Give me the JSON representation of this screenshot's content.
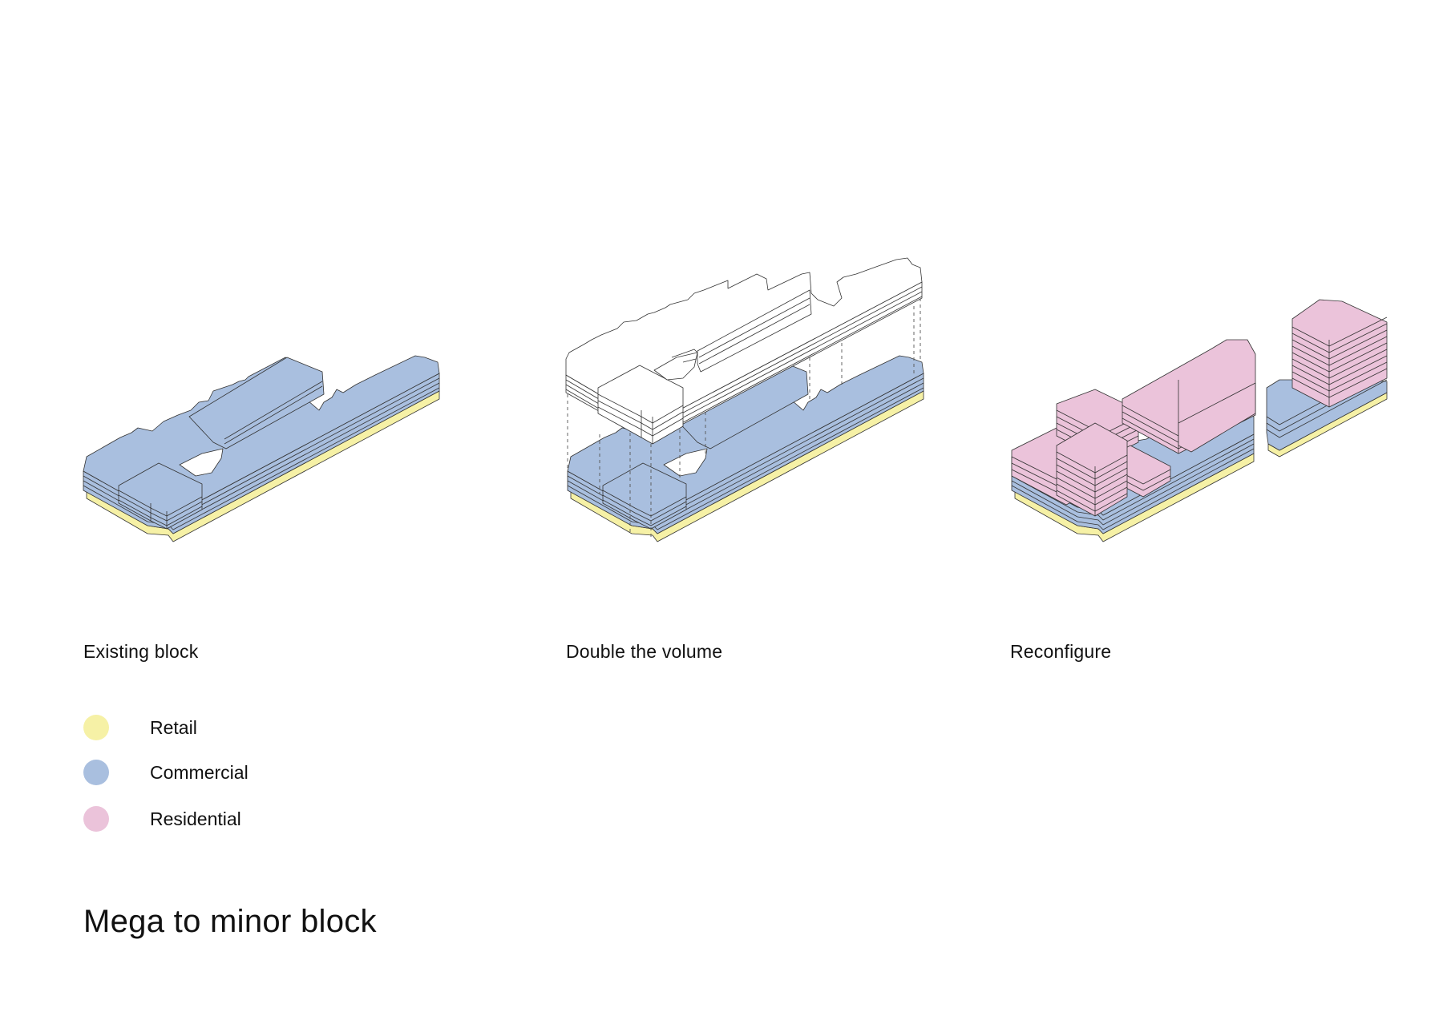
{
  "panels": [
    {
      "caption": "Existing block"
    },
    {
      "caption": "Double the volume"
    },
    {
      "caption": "Reconfigure"
    }
  ],
  "legend": [
    {
      "label": "Retail",
      "color": "#f6f1a6"
    },
    {
      "label": "Commercial",
      "color": "#a9bfdf"
    },
    {
      "label": "Residential",
      "color": "#ebc3da"
    }
  ],
  "title": "Mega to minor block",
  "colors": {
    "retail": "#f6f1a6",
    "commercial": "#a9bfdf",
    "residential": "#ebc3da",
    "outline": "#333333"
  }
}
